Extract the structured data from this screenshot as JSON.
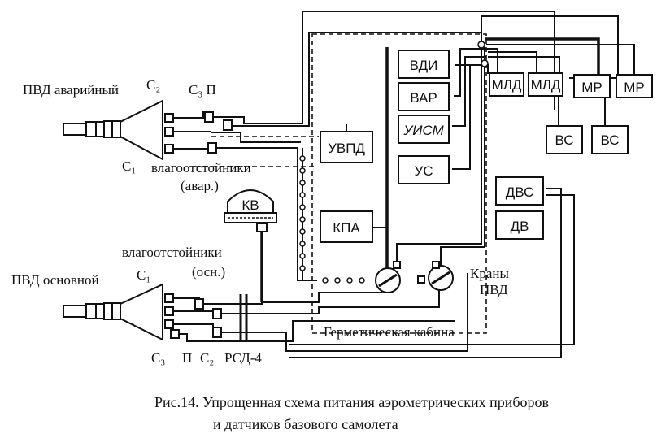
{
  "labels": {
    "pvd_emergency": "ПВД аварийный",
    "pvd_main": "ПВД основной",
    "c2_top": "С₂",
    "c3p_top": "С₃ П",
    "c1_top": "С₁",
    "c1_bottom": "С₁",
    "c3_bottom": "С₃",
    "p_bottom": "П",
    "c2_bottom": "С₂",
    "moisture_emergency_1": "влагоотстойники",
    "moisture_emergency_2": "(авар.)",
    "moisture_main_1": "влагоотстойники",
    "moisture_main_2": "(осн.)",
    "rsd": "РСД-4",
    "valves_1": "Краны",
    "valves_2": "ПВД",
    "cabin": "Герметическая кабина"
  },
  "blocks": {
    "vdi": "ВДИ",
    "var": "ВАР",
    "uism": "УИСМ",
    "us": "УС",
    "uvpd": "УВПД",
    "kpa": "КПА",
    "kv": "КВ",
    "mld1": "МЛД",
    "mld2": "МЛД",
    "mr1": "МР",
    "mr2": "МР",
    "vs1": "ВС",
    "vs2": "ВС",
    "dvs": "ДВС",
    "dv": "ДВ"
  },
  "caption": {
    "line1": "Рис.14. Упрощенная схема питания аэрометрических приборов",
    "line2": "и датчиков базового самолета"
  }
}
